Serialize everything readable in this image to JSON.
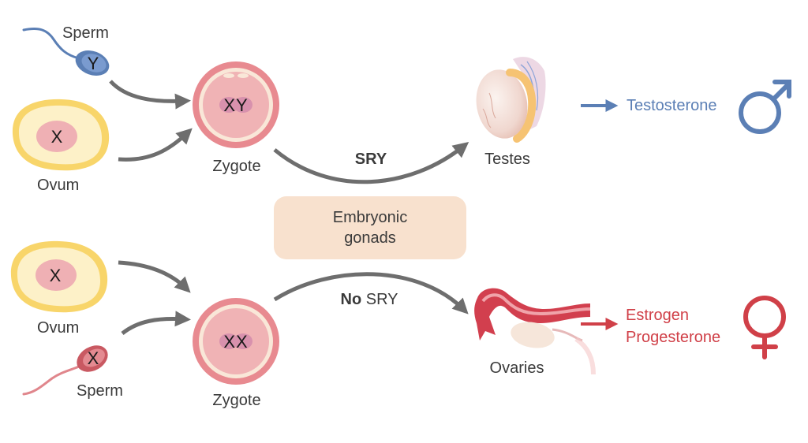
{
  "top": {
    "sperm_label": "Sperm",
    "sperm_chrom": "Y",
    "ovum_label": "Ovum",
    "ovum_chrom": "X",
    "zygote_label": "Zygote",
    "zygote_chrom": "XY",
    "pathway_label": "SRY",
    "gonad_label": "Testes",
    "hormone": "Testosterone",
    "symbol": "male-symbol"
  },
  "center": {
    "line1": "Embryonic",
    "line2": "gonads"
  },
  "bottom": {
    "ovum_label": "Ovum",
    "ovum_chrom": "X",
    "sperm_label": "Sperm",
    "sperm_chrom": "X",
    "zygote_label": "Zygote",
    "zygote_chrom": "XX",
    "pathway_bold": "No",
    "pathway_rest": " SRY",
    "gonad_label": "Ovaries",
    "hormone1": "Estrogen",
    "hormone2": "Progesterone",
    "symbol": "female-symbol"
  },
  "colors": {
    "male": "#5b7fb5",
    "female": "#d04048",
    "arrow": "#6e6e6e",
    "ovum_outer": "#f8d56a",
    "ovum_inner": "#fdf1c8",
    "nucleus": "#efb0b4",
    "zygote_outer": "#e88a90",
    "box": "#f8e1ce"
  }
}
